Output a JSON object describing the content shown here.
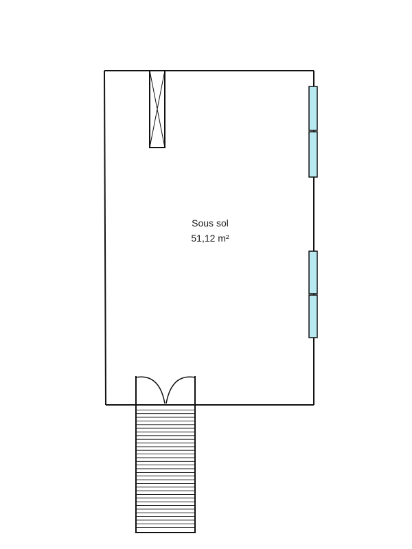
{
  "plan": {
    "room": {
      "name": "Sous sol",
      "area": "51,12 m²"
    },
    "colors": {
      "wall": "#111111",
      "window_fill": "#b8e8f0",
      "window_stroke": "#111111",
      "background": "#ffffff"
    },
    "features": {
      "windows": 4,
      "stair_treads": 34,
      "double_door": "double-door-icon",
      "duct": "ventilation-duct-icon"
    }
  }
}
